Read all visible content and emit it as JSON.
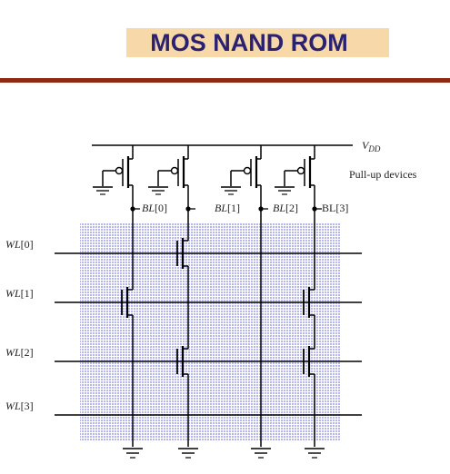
{
  "title": "MOS NAND ROM",
  "colors": {
    "title_text": "#2a2270",
    "title_background": "#f7d8a8",
    "rule": "#8b2a10",
    "memory_array_fill": "#b7b7f0"
  },
  "supply": {
    "label": "V",
    "subscript": "DD"
  },
  "pullup_label": "Pull-up devices",
  "bitlines": [
    {
      "prefix": "BL",
      "index": "[0]"
    },
    {
      "prefix": "BL",
      "index": "[1]"
    },
    {
      "prefix": "BL",
      "index": "[2]"
    },
    {
      "prefix": "BL",
      "index": "[3]"
    }
  ],
  "wordlines": [
    {
      "prefix": "WL",
      "index": "[0]"
    },
    {
      "prefix": "WL",
      "index": "[1]"
    },
    {
      "prefix": "WL",
      "index": "[2]"
    },
    {
      "prefix": "WL",
      "index": "[3]"
    }
  ],
  "transistor_matrix": [
    [
      0,
      1,
      0,
      0
    ],
    [
      1,
      0,
      0,
      1
    ],
    [
      0,
      1,
      0,
      1
    ],
    [
      0,
      0,
      0,
      0
    ]
  ]
}
